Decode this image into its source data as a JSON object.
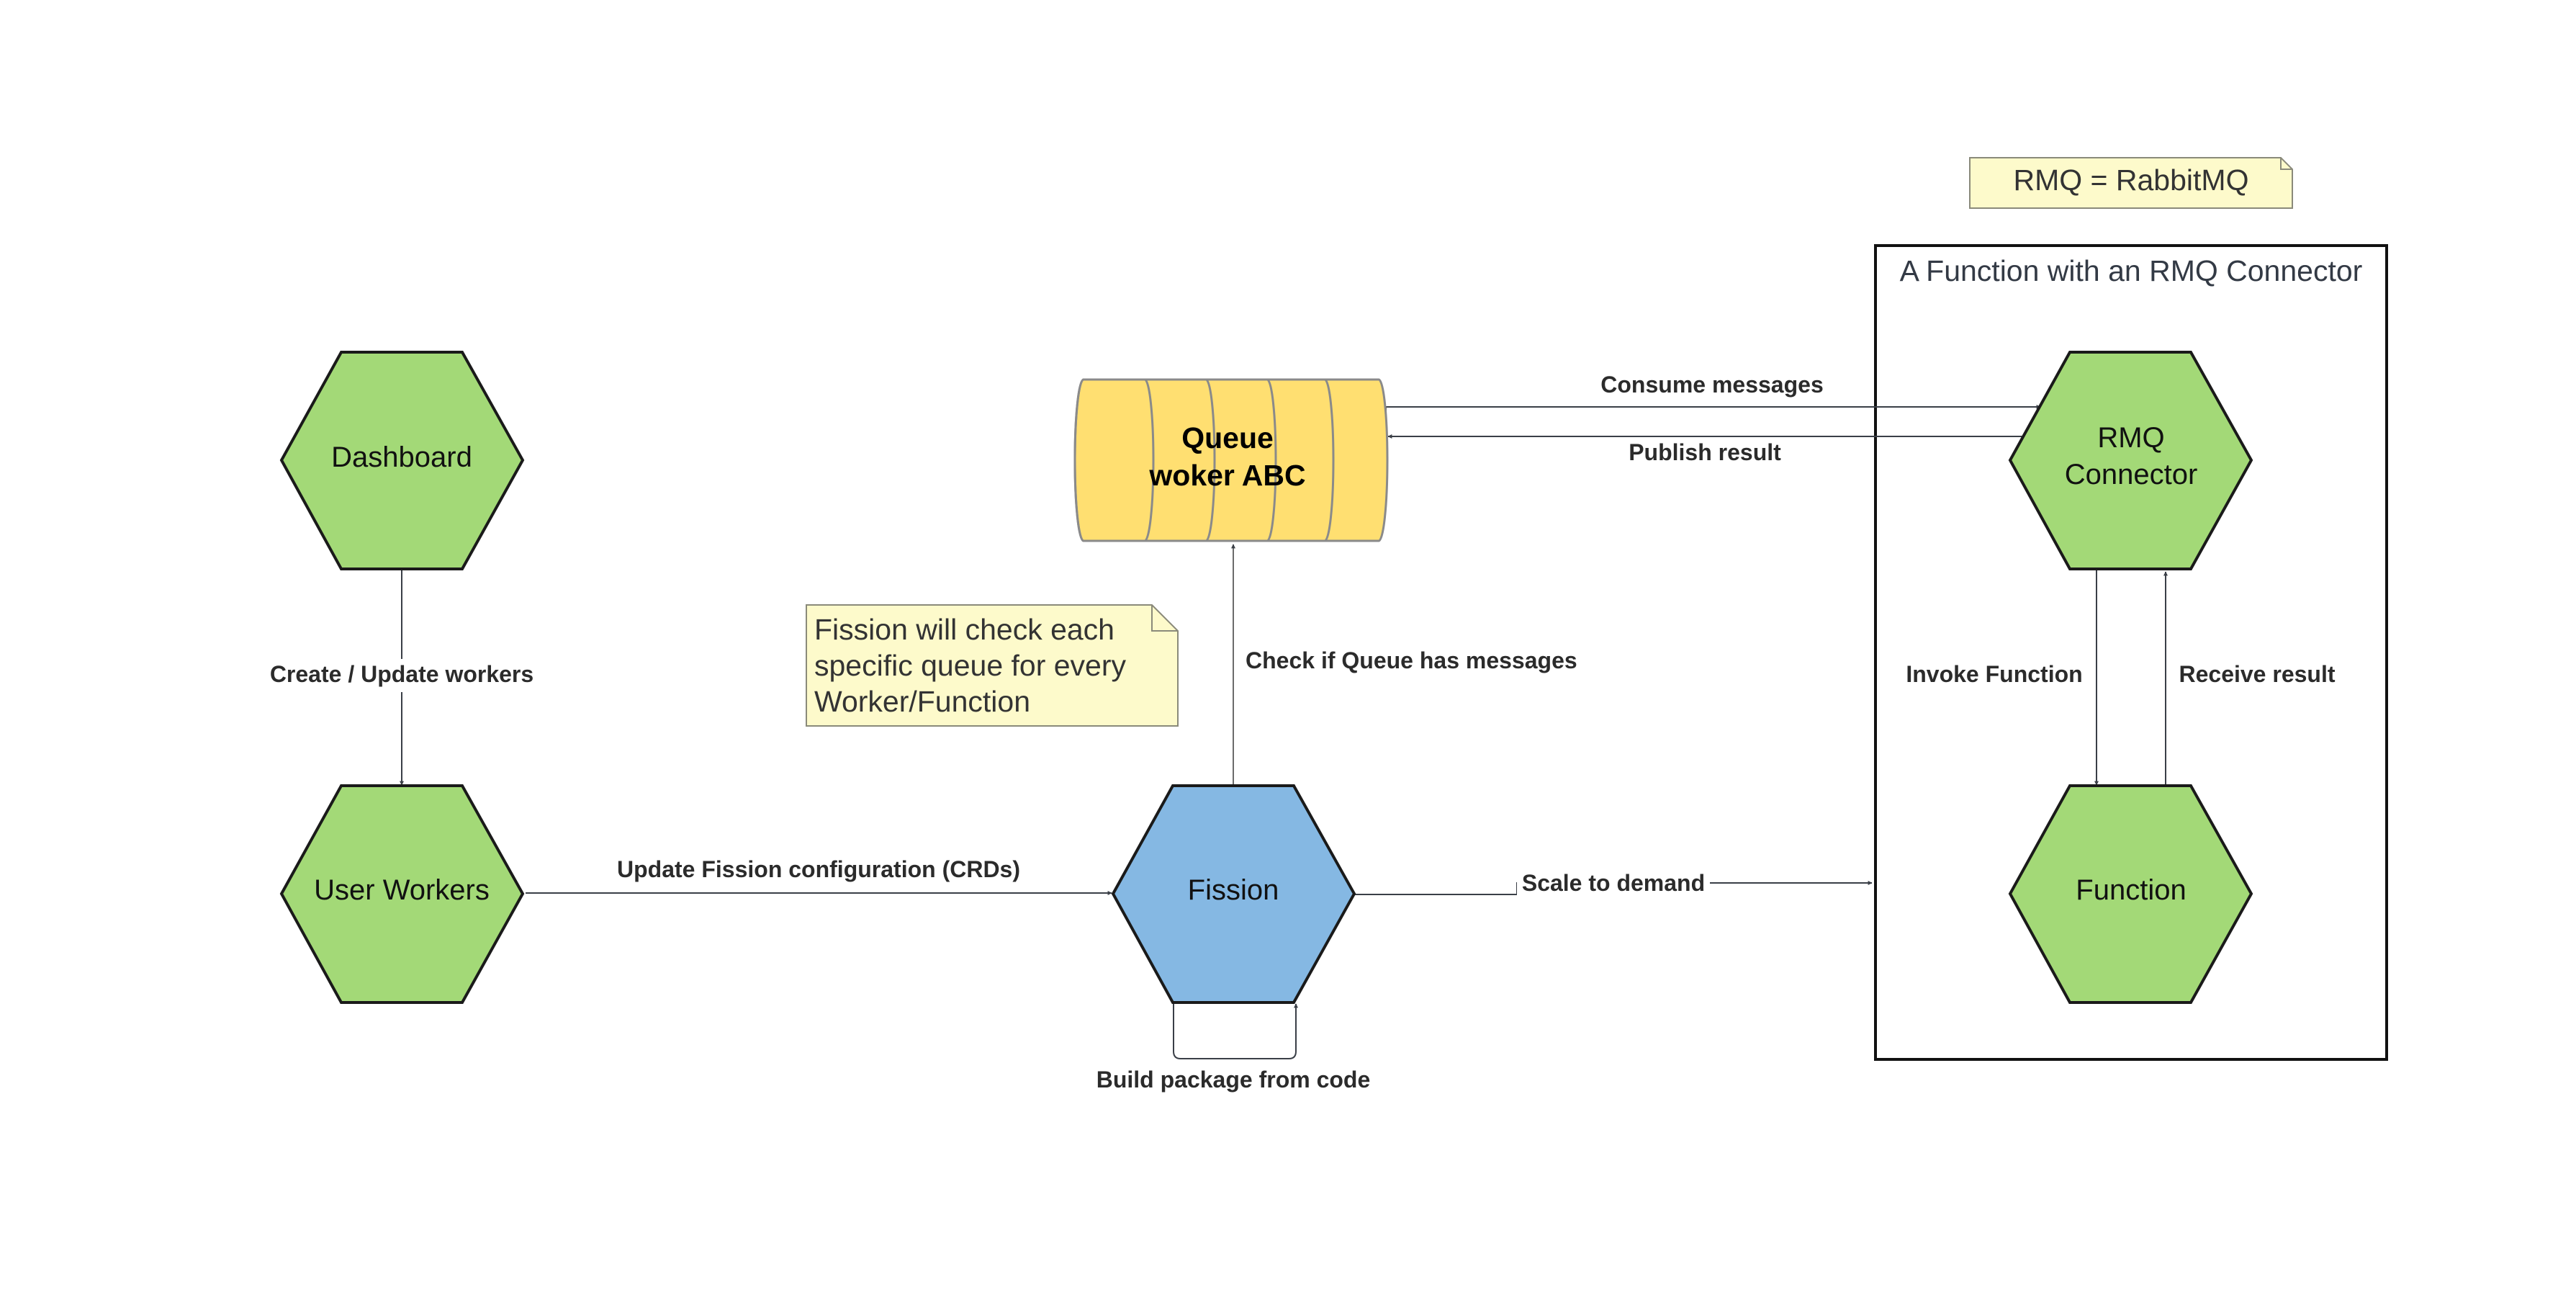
{
  "nodes": {
    "dashboard": "Dashboard",
    "user_workers": "User Workers",
    "fission": "Fission",
    "queue": [
      "Queue",
      "woker ABC"
    ],
    "rmq_connector": [
      "RMQ",
      "Connector"
    ],
    "function": "Function"
  },
  "edges": {
    "create_update": "Create / Update workers",
    "update_fission": "Update Fission configuration (CRDs)",
    "check_queue": "Check if Queue has messages",
    "build_package": "Build package from code",
    "scale": "Scale to demand",
    "consume": "Consume messages",
    "publish": "Publish result",
    "invoke": "Invoke Function",
    "receive": "Receive result"
  },
  "notes": {
    "fission_note": [
      "Fission will check each",
      "specific queue for every",
      "Worker/Function"
    ],
    "rmq_note": "RMQ = RabbitMQ"
  },
  "container": {
    "title": "A Function with an RMQ Connector"
  },
  "colors": {
    "green": "#a3d977",
    "blue": "#85b8e3",
    "queue_yellow": "#ffdf71",
    "note_yellow": "#fdfacb",
    "edge": "#3a3f47"
  }
}
